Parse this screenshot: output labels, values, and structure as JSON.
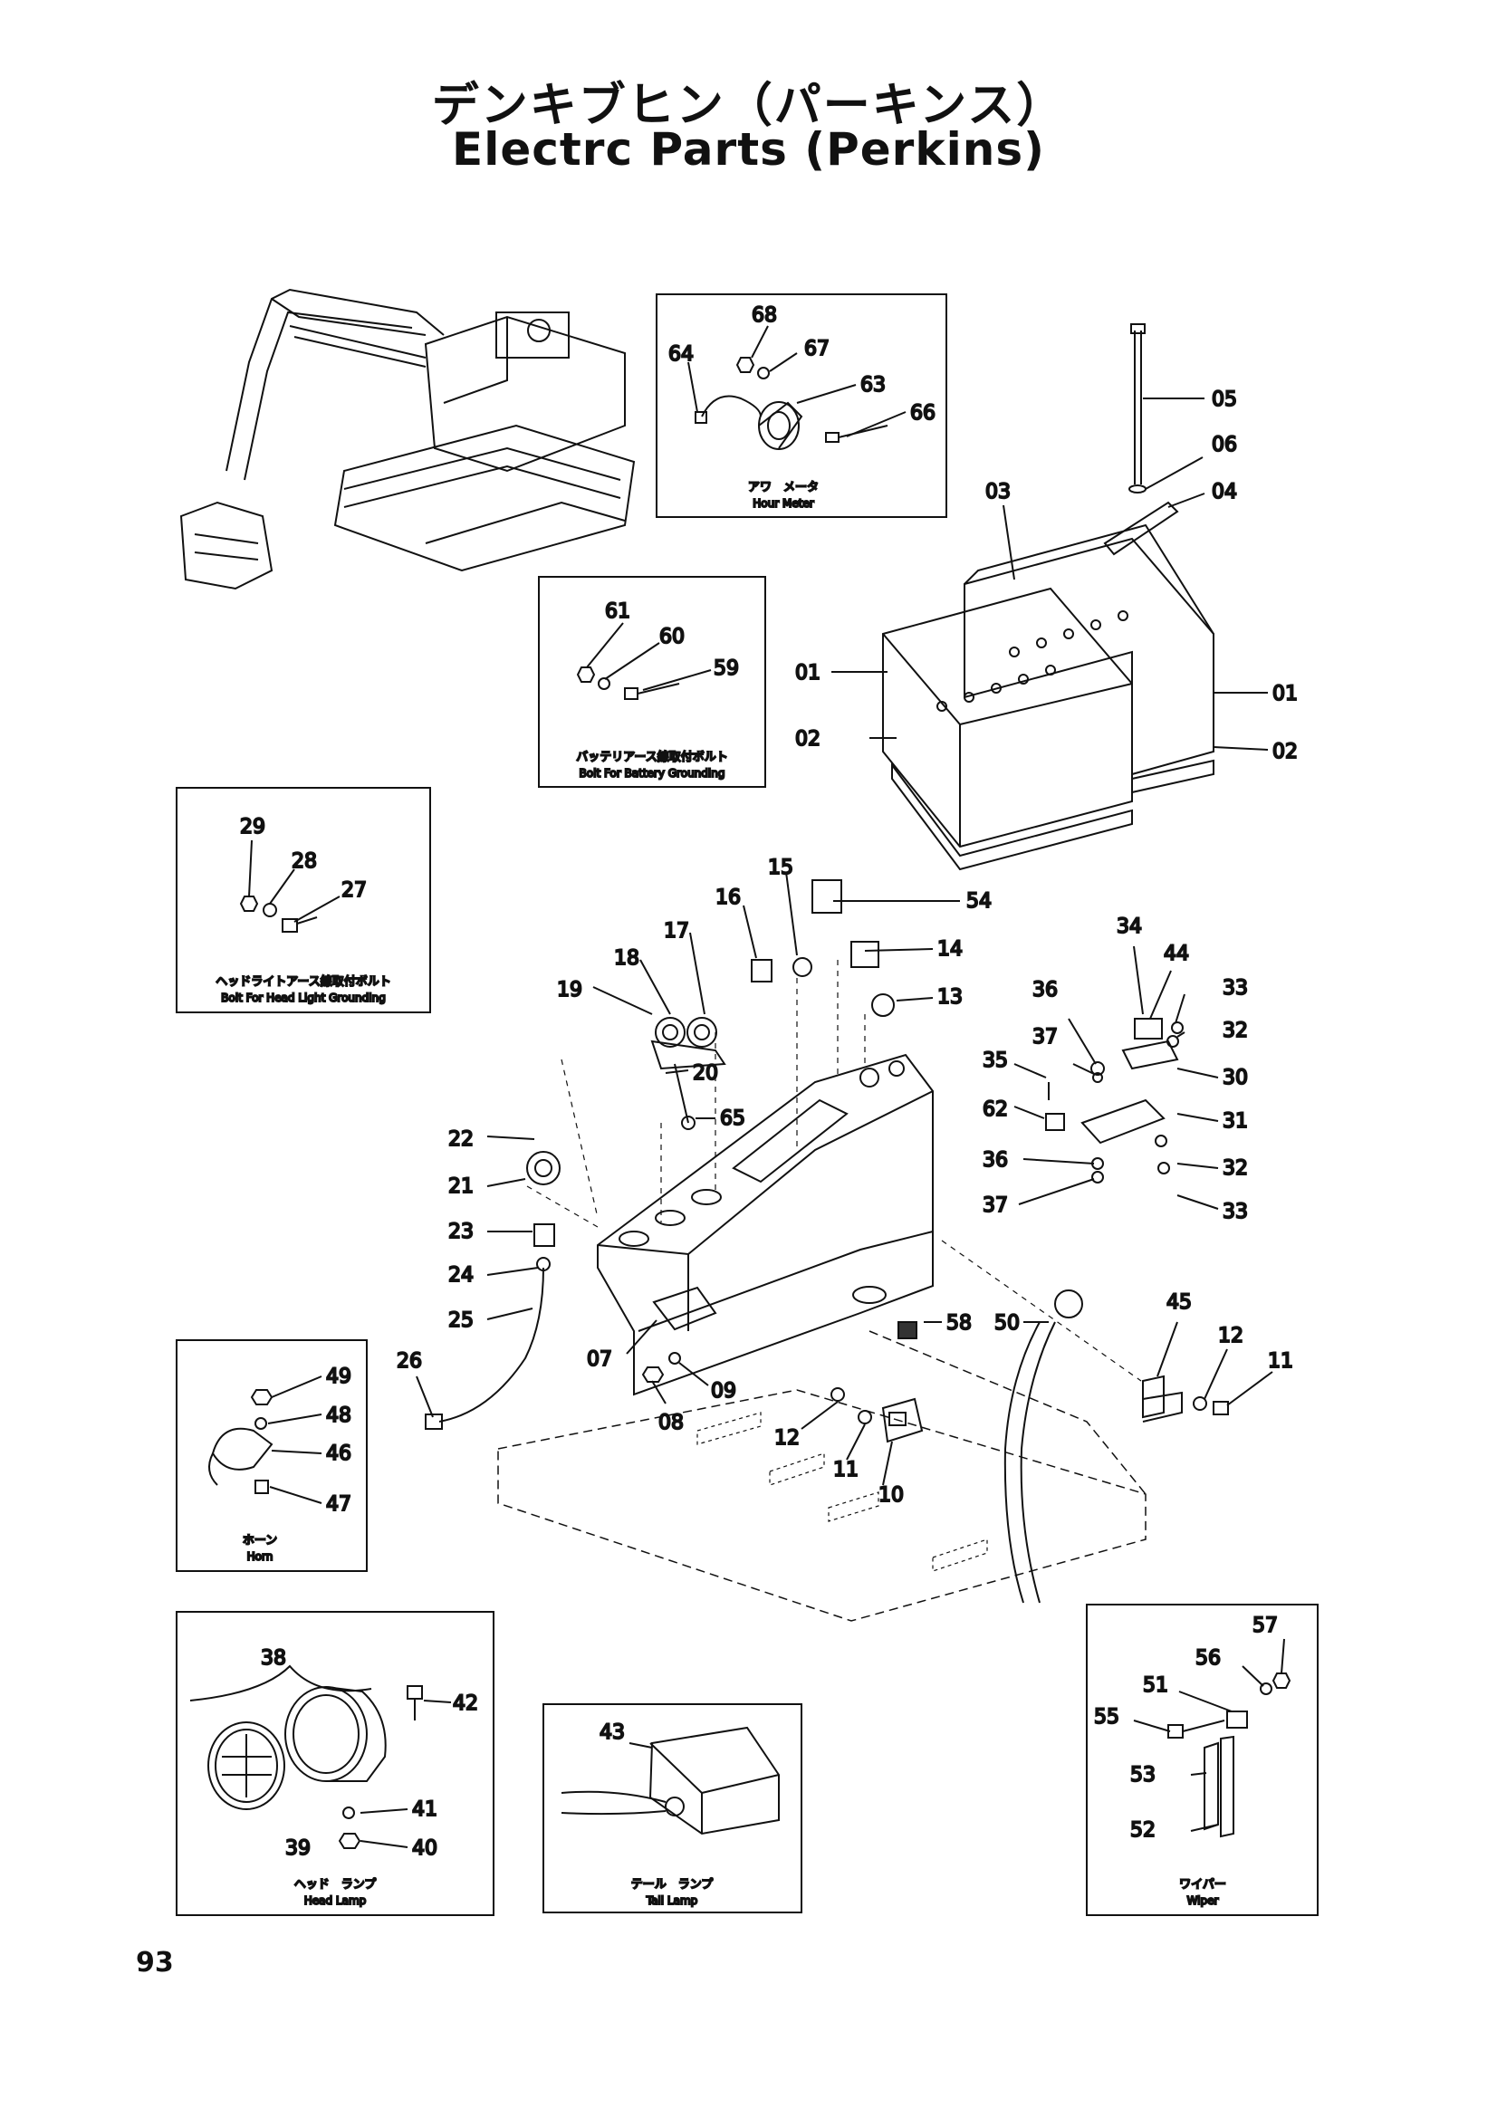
{
  "title": {
    "japanese": "デンキブヒン（パーキンス）",
    "english": "Electrc Parts (Perkins)"
  },
  "page_number": "93",
  "captions": {
    "hour_meter_jp": "アワ　メータ",
    "hour_meter_en": "Hour Meter",
    "battery_bolt_jp": "バッテリアース線取付ボルト",
    "battery_bolt_en": "Bolt For Battery Grounding",
    "headlight_bolt_jp": "ヘッドライトアース線取付ボルト",
    "headlight_bolt_en": "Bolt For Head Light Grounding",
    "horn_jp": "ホーン",
    "horn_en": "Horn",
    "head_lamp_jp": "ヘッド　ランプ",
    "head_lamp_en": "Head Lamp",
    "tail_lamp_jp": "テール　ランプ",
    "tail_lamp_en": "Tail Lamp",
    "wiper_jp": "ワイパー",
    "wiper_en": "Wiper"
  },
  "part_labels": {
    "p01": "01",
    "p02": "02",
    "p03": "03",
    "p04": "04",
    "p05": "05",
    "p06": "06",
    "p07": "07",
    "p08": "08",
    "p09": "09",
    "p10": "10",
    "p11": "11",
    "p12": "12",
    "p13": "13",
    "p14": "14",
    "p15": "15",
    "p16": "16",
    "p17": "17",
    "p18": "18",
    "p19": "19",
    "p20": "20",
    "p21": "21",
    "p22": "22",
    "p23": "23",
    "p24": "24",
    "p25": "25",
    "p26": "26",
    "p27": "27",
    "p28": "28",
    "p29": "29",
    "p30": "30",
    "p31": "31",
    "p32": "32",
    "p33": "33",
    "p34": "34",
    "p35": "35",
    "p36": "36",
    "p37": "37",
    "p38": "38",
    "p39": "39",
    "p40": "40",
    "p41": "41",
    "p42": "42",
    "p43": "43",
    "p44": "44",
    "p45": "45",
    "p46": "46",
    "p47": "47",
    "p48": "48",
    "p49": "49",
    "p50": "50",
    "p51": "51",
    "p52": "52",
    "p53": "53",
    "p54": "54",
    "p55": "55",
    "p56": "56",
    "p57": "57",
    "p58": "58",
    "p59": "59",
    "p60": "60",
    "p61": "61",
    "p62": "62",
    "p63": "63",
    "p64": "64",
    "p65": "65",
    "p66": "66",
    "p67": "67",
    "p68": "68"
  }
}
